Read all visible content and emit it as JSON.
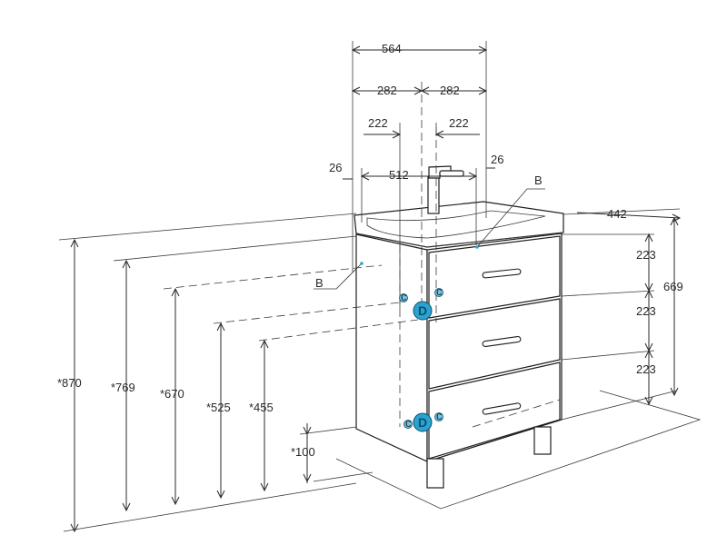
{
  "colors": {
    "line": "#2a2a2a",
    "connector_fill": "#2aa3d1",
    "connector_dark": "#0d4f6e"
  },
  "dimensions": {
    "width_total": "564",
    "half_left": "282",
    "half_right": "282",
    "offset_left": "222",
    "offset_right": "222",
    "margin_left": "26",
    "margin_right": "26",
    "inner_width": "512",
    "depth": "442",
    "drawer_1": "223",
    "drawer_2": "223",
    "drawer_3": "223",
    "height_body": "669",
    "height_870": "*870",
    "height_769": "*769",
    "height_670": "*670",
    "height_525": "*525",
    "height_455": "*455",
    "height_100": "*100"
  },
  "labels": {
    "b_top": "B",
    "b_left": "B",
    "connector_upper": "D",
    "connector_lower": "D",
    "port_c": "c"
  }
}
